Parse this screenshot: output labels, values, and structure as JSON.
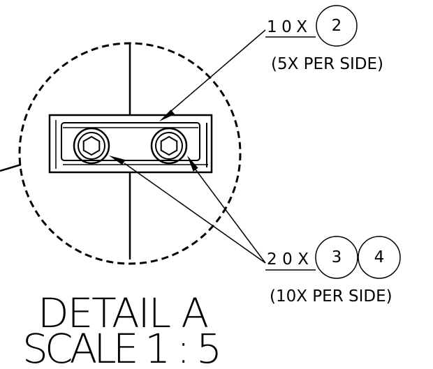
{
  "callouts": {
    "top": {
      "quantity": "10X",
      "balloons": [
        "2"
      ],
      "note": "(5X PER SIDE)"
    },
    "bottom": {
      "quantity": "20X",
      "balloons": [
        "3",
        "4"
      ],
      "note": "(10X PER SIDE)"
    }
  },
  "detail": {
    "title": "DETAIL A",
    "scale": "SCALE 1 : 5"
  },
  "colors": {
    "ink": "#000000",
    "paper": "#ffffff"
  }
}
